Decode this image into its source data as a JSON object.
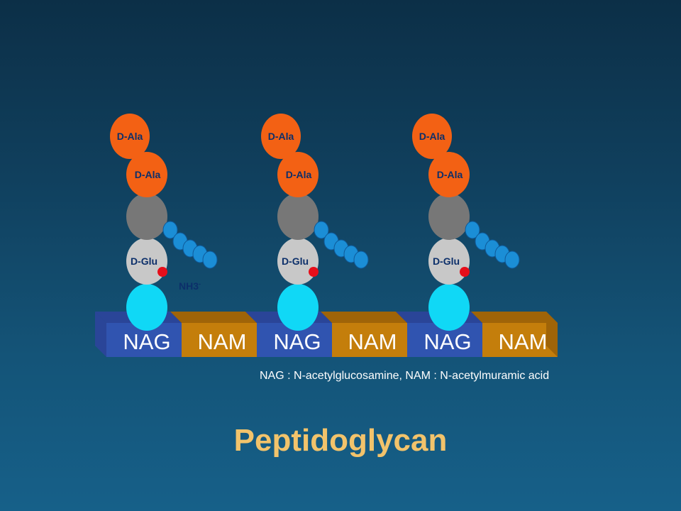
{
  "diagram": {
    "backbone": [
      {
        "label": "NAG",
        "kind": "NAG"
      },
      {
        "label": "NAM",
        "kind": "NAM"
      },
      {
        "label": "NAG",
        "kind": "NAG"
      },
      {
        "label": "NAM",
        "kind": "NAM"
      },
      {
        "label": "NAG",
        "kind": "NAG"
      },
      {
        "label": "NAM",
        "kind": "NAM"
      }
    ],
    "peptide_units": [
      {
        "ala_top": "D-Ala",
        "ala_mid": "D-Ala",
        "glu": "D-Glu"
      },
      {
        "ala_top": "D-Ala",
        "ala_mid": "D-Ala",
        "glu": "D-Glu"
      },
      {
        "ala_top": "D-Ala",
        "ala_mid": "D-Ala",
        "glu": "D-Glu"
      }
    ],
    "nh3_label": "NH3",
    "nh3_superscript": "-",
    "legend": "NAG : N-acetylglucosamine, NAM : N-acetylmuramic acid",
    "title": "Peptidoglycan"
  },
  "colors": {
    "nag": "#3054b0",
    "nag_top": "#2a4598",
    "nam": "#c47e0b",
    "nam_top": "#9f6408",
    "ala": "#f36114",
    "glu": "#c8c8c8",
    "gray": "#777777",
    "cyan": "#10d8f6",
    "chain": "#1b8ed6",
    "red": "#e60e1a",
    "label_dark": "#0c2f6a",
    "title": "#f2c36b"
  }
}
